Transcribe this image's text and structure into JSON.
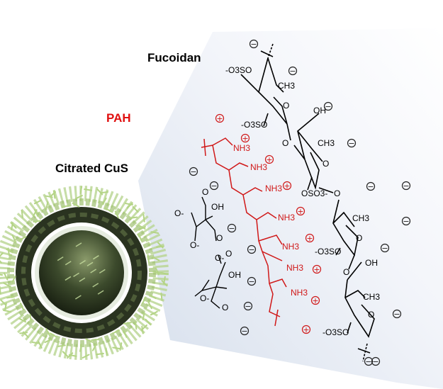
{
  "labels": {
    "fucoidan": "Fucoidan",
    "pah": "PAH",
    "citrated_cus": "Citrated CuS"
  },
  "colors": {
    "fucoidan": "#000000",
    "pah": "#e01010",
    "particle_core": "#2f3a22",
    "fibers": "#a8c878"
  },
  "chem": {
    "o3so": "-O3SO",
    "ch3": "CH3",
    "o": "O",
    "oh": "OH",
    "oso3": "OSO3-",
    "nh3": "NH3",
    "o_minus": "O-"
  },
  "charges": {
    "negative": "−",
    "positive": "+"
  }
}
